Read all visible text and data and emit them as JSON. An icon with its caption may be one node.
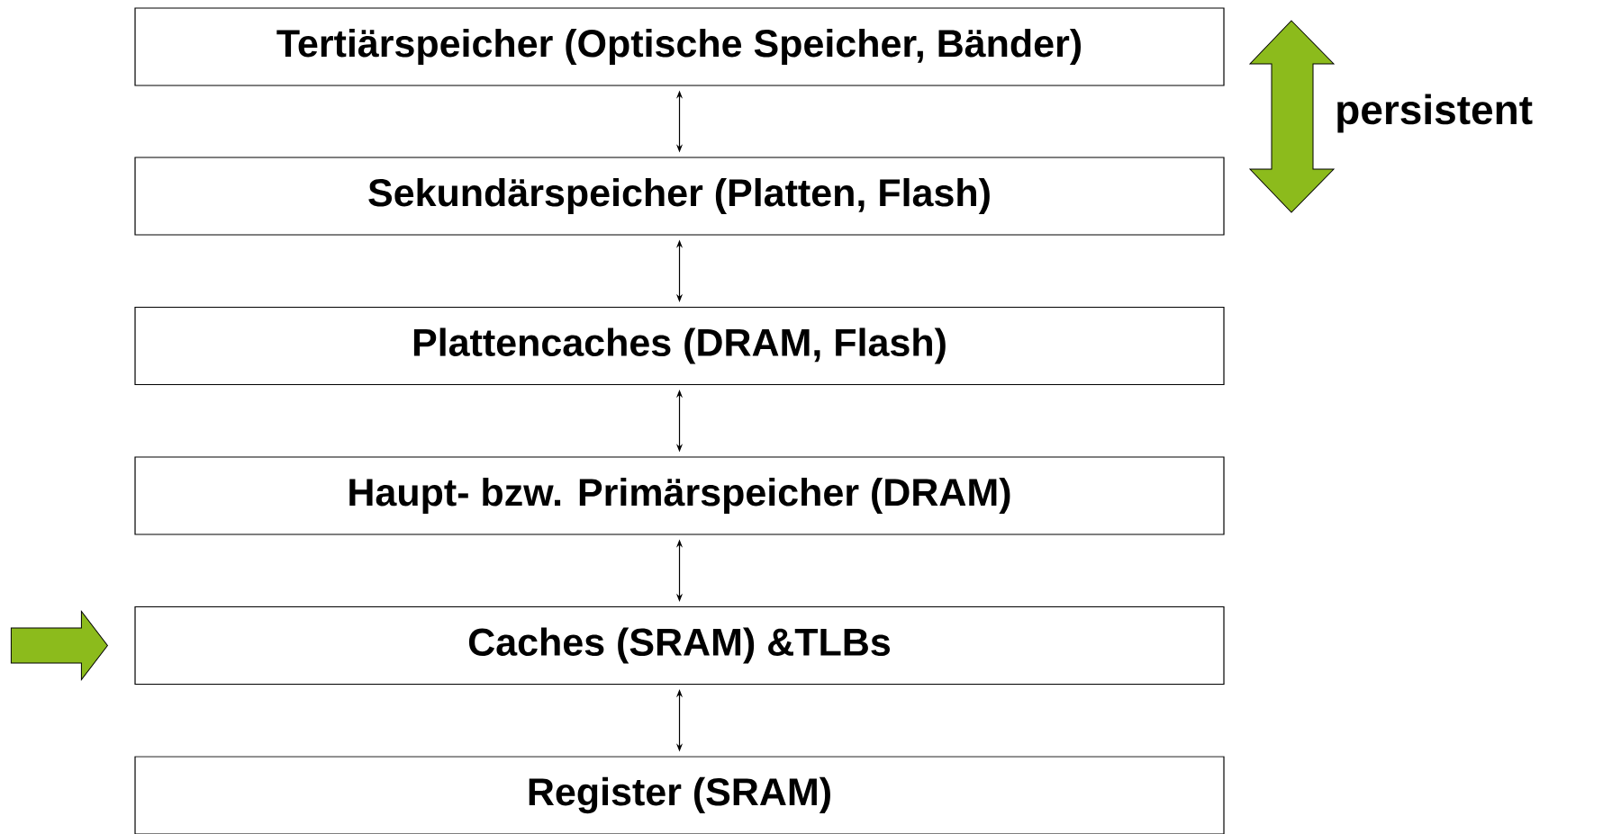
{
  "diagram": {
    "nodes": [
      {
        "text": [
          "Tertiärspeicher (Optische Speicher, Bänder)"
        ]
      },
      {
        "text": [
          "Sekundärspeicher (Platten, Flash)"
        ]
      },
      {
        "text": [
          "Plattencaches (DRAM, Flash)"
        ]
      },
      {
        "text": [
          "Haupt- bzw. Primärspeicher (DRAM)"
        ]
      },
      {
        "text": [
          "Caches (SRAM) &TLBs"
        ]
      },
      {
        "text": [
          "Register (SRAM)"
        ]
      }
    ],
    "edges": [
      {
        "from": 0,
        "to": 1,
        "arrow": "both"
      },
      {
        "from": 1,
        "to": 2,
        "arrow": "both"
      },
      {
        "from": 2,
        "to": 3,
        "arrow": "both"
      },
      {
        "from": 3,
        "to": 4,
        "arrow": "both"
      },
      {
        "from": 4,
        "to": 5,
        "arrow": "both"
      },
      {
        "from": null,
        "to": 4,
        "arrow": "to",
        "color": "#8cbb1c"
      }
    ],
    "labels": [
      "persistent"
    ]
  }
}
